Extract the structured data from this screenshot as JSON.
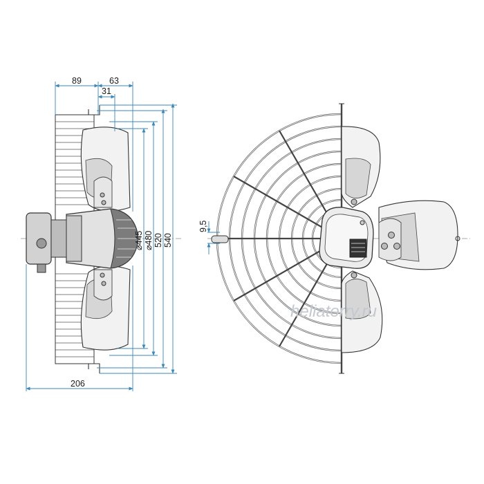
{
  "dimensions": {
    "depth_guard": "89",
    "depth_motor": "63",
    "flange_offset": "31",
    "dia_445": "⌀445",
    "dia_480": "⌀480",
    "size_520": "520",
    "size_540": "540",
    "total_depth": "206",
    "mount_hole": "9,5"
  },
  "watermark": "heliatorry.ru",
  "colors": {
    "dimension_line": "#3a87b8",
    "outline": "#333333",
    "blade_fill": "#f2f2f2"
  }
}
